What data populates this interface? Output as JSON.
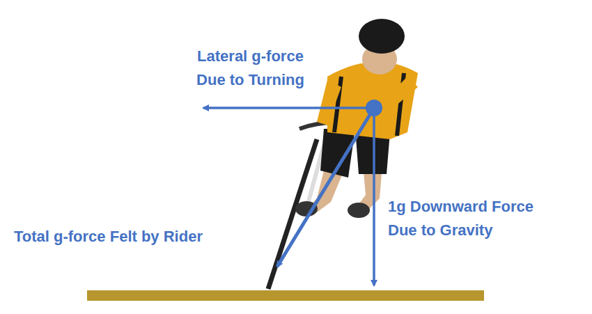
{
  "diagram": {
    "labels": [
      "Lateral g-force Due to Turning",
      "Total g-force Felt by Rider",
      "1g Downward Force Due to Gravity"
    ]
  }
}
